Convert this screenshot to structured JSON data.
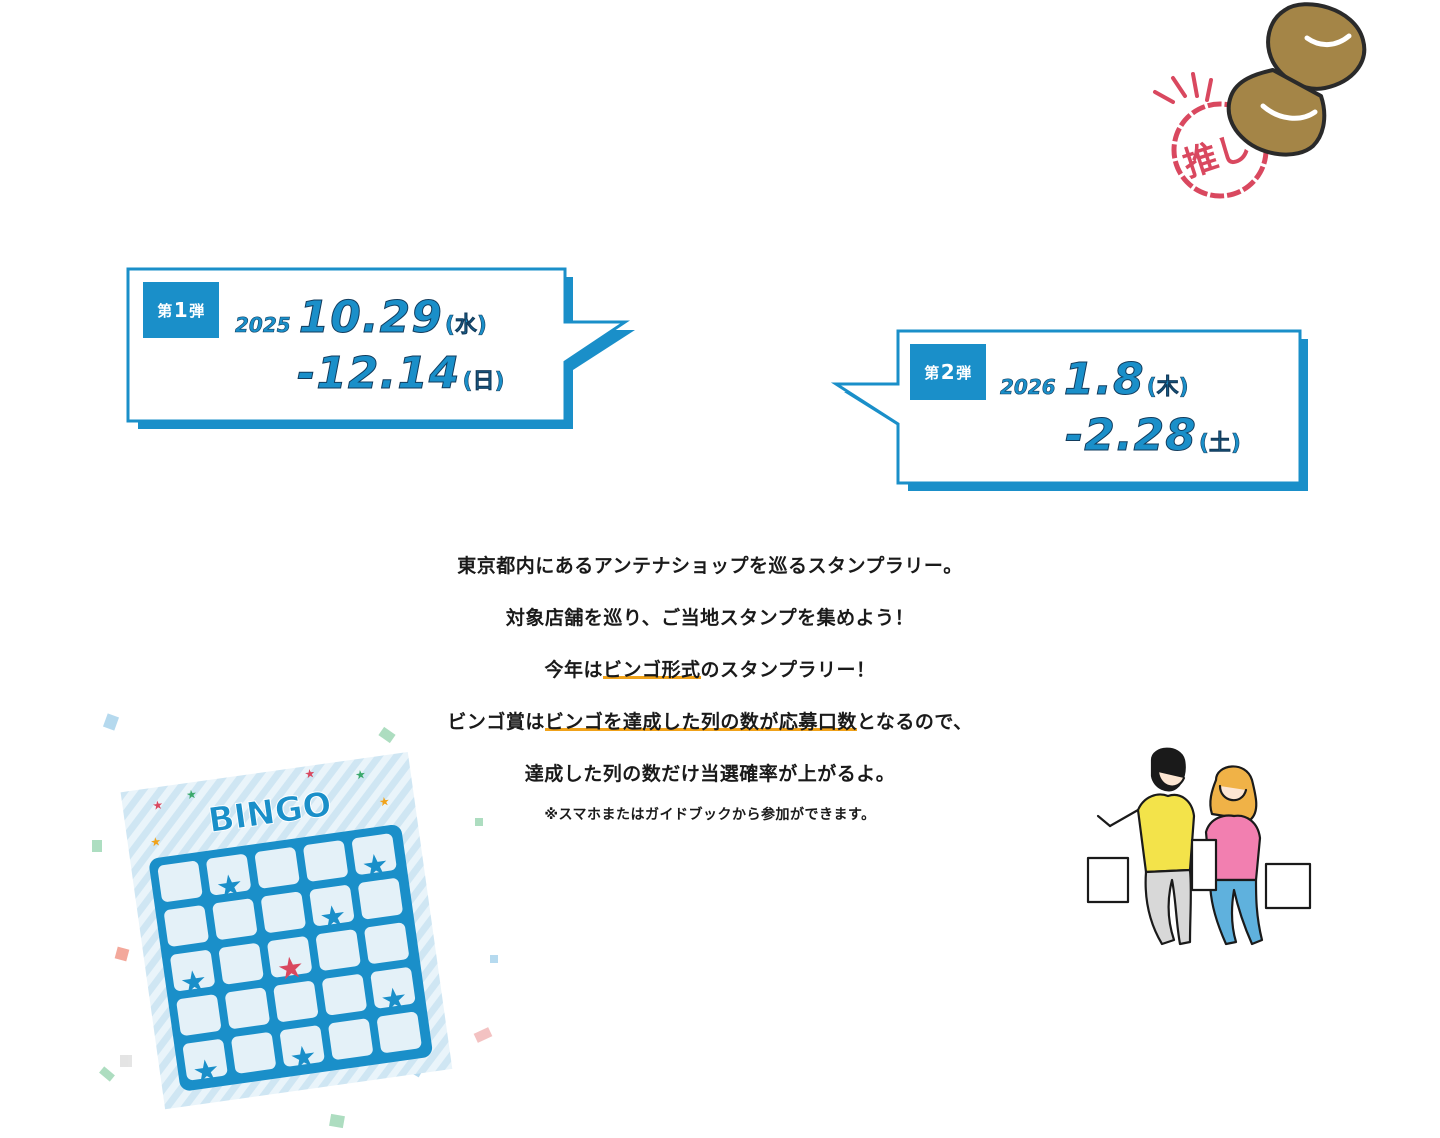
{
  "stamp": {
    "label": "推し"
  },
  "period1": {
    "badge_prefix": "第",
    "badge_num": "1",
    "badge_suffix": "弾",
    "year": "2025",
    "start": "10.29",
    "start_dow": "(水)",
    "end": "-12.14",
    "end_dow": "(日)"
  },
  "period2": {
    "badge_prefix": "第",
    "badge_num": "2",
    "badge_suffix": "弾",
    "year": "2026",
    "start": "1.8",
    "start_dow": "(木)",
    "end": "-2.28",
    "end_dow": "(土)"
  },
  "description": {
    "line1": "東京都内にあるアンテナショップを巡るスタンプラリー。",
    "line2": "対象店舗を巡り、ご当地スタンプを集めよう！",
    "line3_pre": "今年は",
    "line3_hl": "ビンゴ形式",
    "line3_post": "のスタンプラリー！",
    "line4_pre": "ビンゴ賞は",
    "line4_hl": "ビンゴを達成した列の数が応募口数",
    "line4_post": "となるので、",
    "line5": "達成した列の数だけ当選確率が上がるよ。",
    "note": "※スマホまたはガイドブックから参加ができます。"
  },
  "bingo_card": {
    "title": "BINGO"
  },
  "colors": {
    "accent": "#1a8fc9",
    "highlight": "#f0a21a",
    "stamp": "#d9485f"
  }
}
